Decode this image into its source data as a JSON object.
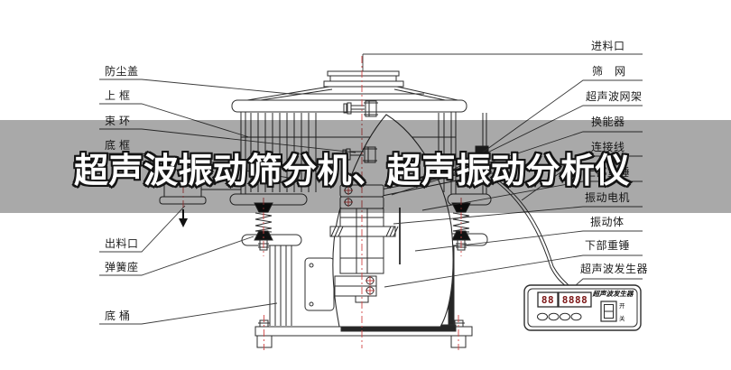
{
  "watermark": {
    "text": "超声波振动筛分机、超声振动分析仪"
  },
  "labels": {
    "left": [
      {
        "text": "防尘盖"
      },
      {
        "text": "上 框"
      },
      {
        "text": "束 环"
      },
      {
        "text": "底 框"
      },
      {
        "text": "出料口"
      },
      {
        "text": "弹簧座"
      },
      {
        "text": "底 桶"
      }
    ],
    "right": [
      {
        "text": "进料口"
      },
      {
        "text": "筛　网"
      },
      {
        "text": "超声波网架"
      },
      {
        "text": "换能器"
      },
      {
        "text": "连接线"
      },
      {
        "text": "上部重锤"
      },
      {
        "text": "振动电机"
      },
      {
        "text": "振动体"
      },
      {
        "text": "下部重锤"
      },
      {
        "text": "超声波发生器"
      }
    ]
  },
  "generator_panel": {
    "title": "超声波发生器",
    "display_left": "88",
    "display_right": "8888",
    "switch_on": "开",
    "switch_off": "关"
  },
  "colors": {
    "line": "#2d2d2d",
    "centerline_red": "#d04545",
    "band_overlay": "rgba(0,0,0,0.337)",
    "watermark_fill": "#ffffff",
    "watermark_outline": "#141414",
    "digit_red": "#7b1414"
  }
}
